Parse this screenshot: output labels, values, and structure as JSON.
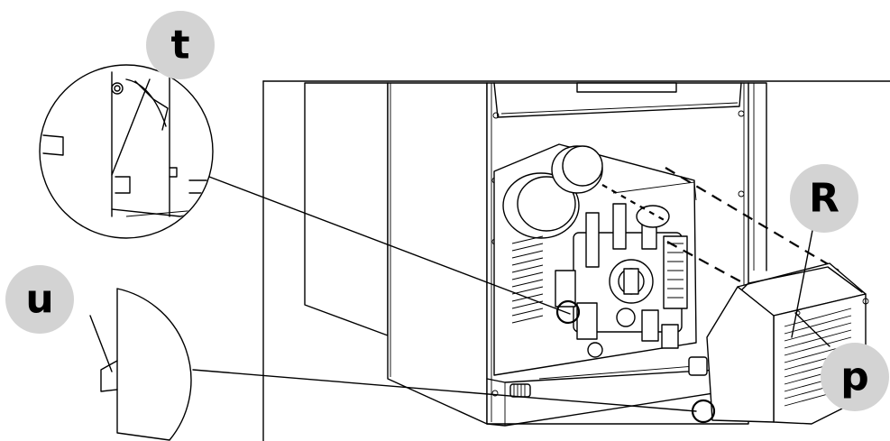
{
  "callouts": {
    "t": "t",
    "u": "u",
    "R": "R",
    "p": "p"
  },
  "colors": {
    "badge": "#d3d3d3",
    "line": "#000000",
    "background": "#ffffff"
  }
}
